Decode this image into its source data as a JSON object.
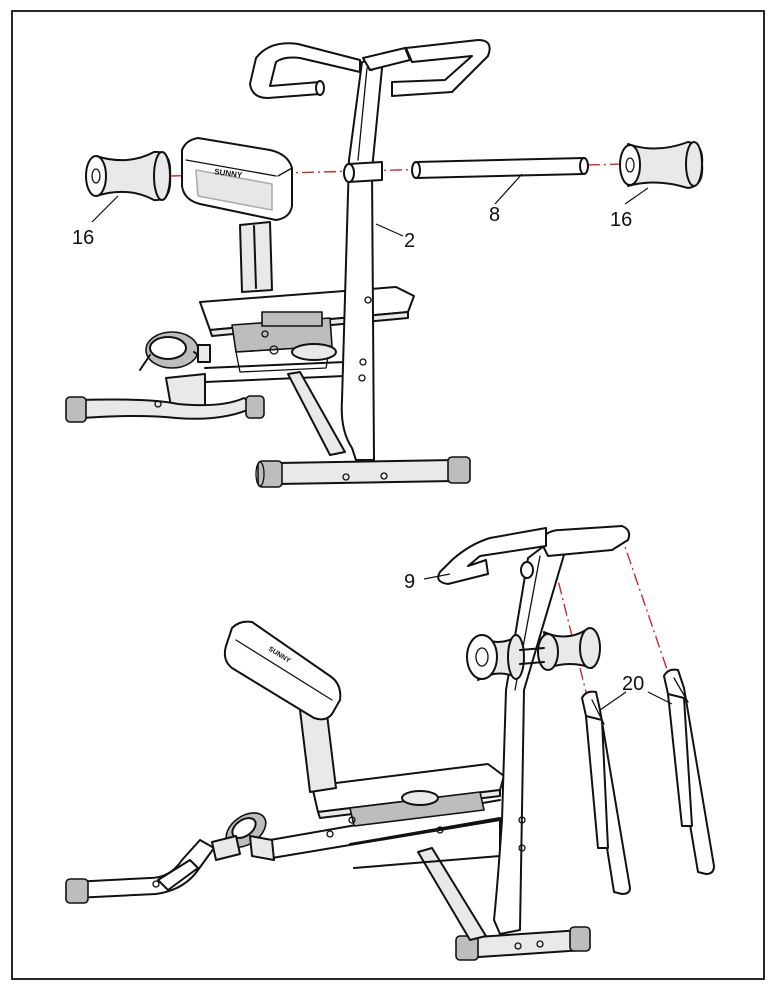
{
  "figure": {
    "kind": "assembly-diagram",
    "brand_mark": "SUNNY"
  },
  "callouts": {
    "upper": {
      "foam_left": "16",
      "upright_frame": "2",
      "axle_bar": "8",
      "foam_right": "16"
    },
    "lower": {
      "handlebar": "9",
      "handles": "20"
    }
  },
  "colors": {
    "line": "#111111",
    "guide": "#d3252b",
    "fill": "#e9e9e9",
    "shadow": "#bdbdbd"
  }
}
